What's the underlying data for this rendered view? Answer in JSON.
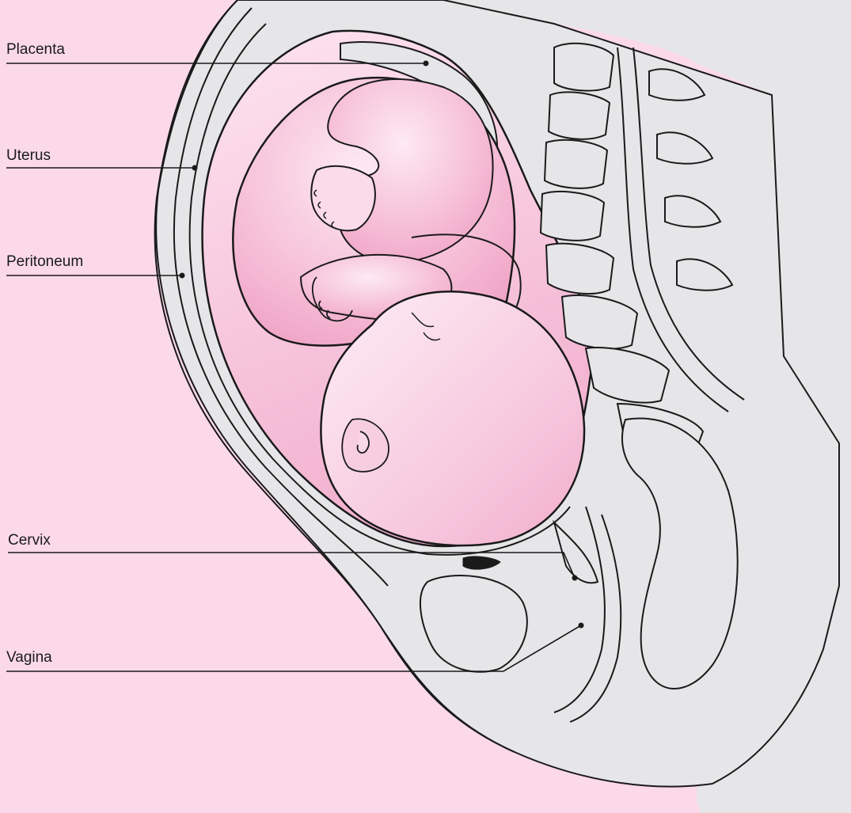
{
  "labels": {
    "placenta": "Placenta",
    "uterus": "Uterus",
    "peritoneum": "Peritoneum",
    "cervix": "Cervix",
    "vagina": "Vagina"
  },
  "colors": {
    "background": "#fbd9e8",
    "tissue": "#e6e6e8",
    "fetus_light": "#fde6ef",
    "fetus_dark": "#f0a6c8",
    "outline": "#1a1a1a"
  }
}
